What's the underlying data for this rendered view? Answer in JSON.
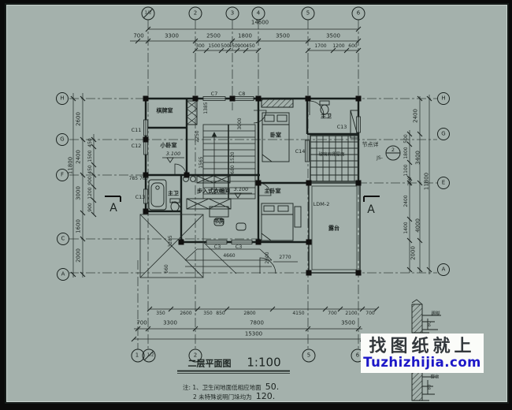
{
  "sheet": {
    "bg": "#a4b1ac",
    "line_color": "#1c2421"
  },
  "title_block": {
    "title": "二层平面图",
    "scale": "1:100"
  },
  "notes": {
    "item1": "注: 1、卫生间地面低相应地面",
    "item1_value": "50.",
    "item2": "2  未特殊说明门垛均为",
    "item2_value": "120."
  },
  "watermark": {
    "line1": "找图纸就上",
    "line2": "Tuzhizhijia.com",
    "accent": "#1c17c8"
  },
  "grid_bubbles": {
    "top": [
      "1/2",
      "2",
      "3",
      "4",
      "5",
      "6"
    ],
    "bottom": [
      "1",
      "1/2",
      "2",
      "5",
      "6"
    ],
    "left": [
      "H",
      "G",
      "F",
      "C",
      "A"
    ],
    "right": [
      "H",
      "G",
      "E",
      "A"
    ]
  },
  "dims": {
    "top_overall": "14600",
    "top_row": [
      "700",
      "3300",
      "2500",
      "1800",
      "3500",
      "3500"
    ],
    "top_sub": [
      "300",
      "1500",
      "500",
      "450",
      "900",
      "450",
      "1700",
      "1200",
      "600"
    ],
    "bottom_sub": [
      "350",
      "2600",
      "350",
      "850",
      "2800",
      "4150",
      "700",
      "2100",
      "700"
    ],
    "bottom_row": [
      "700",
      "3300",
      "7800",
      "3500"
    ],
    "bottom_overall": "15300",
    "left_outer": "11800",
    "left_row": [
      "2600",
      "2400",
      "3000",
      "1600",
      "2000"
    ],
    "left_sub": [
      "450",
      "1500",
      "450",
      "900",
      "1200",
      "900"
    ],
    "left_extra": "785 700",
    "right_outer": "11800",
    "right_row": [
      "2400",
      "3400",
      "4000",
      "2000"
    ],
    "right_sub": [
      "500",
      "1800",
      "1100",
      "200",
      "2400",
      "1400"
    ],
    "interior": [
      "1385",
      "2250",
      "1565",
      "3000",
      "1520",
      "680",
      "3285",
      "660",
      "2600",
      "2770",
      "4660"
    ]
  },
  "rooms": [
    "棋牌室",
    "小卧室",
    "主卫",
    "步入式衣帽间",
    "书房",
    "主卧室",
    "卧室",
    "主卫",
    "露台"
  ],
  "windows": [
    "C7",
    "C8",
    "C11",
    "C12",
    "C13",
    "C13",
    "C14",
    "C3",
    "C3"
  ],
  "levels": [
    "3.100",
    "3.100"
  ],
  "labels": {
    "ldm": "LDM-2",
    "glass_canopy": "玻璃雨棚屋面",
    "detail_text": "节点详",
    "detail_num": "2",
    "detail_sheet": "JS-",
    "section": "A"
  },
  "detail_section": {
    "label_top": "踢脚",
    "dim_top": "80",
    "label_bottom": "窗台",
    "dim_bottom": "80"
  }
}
